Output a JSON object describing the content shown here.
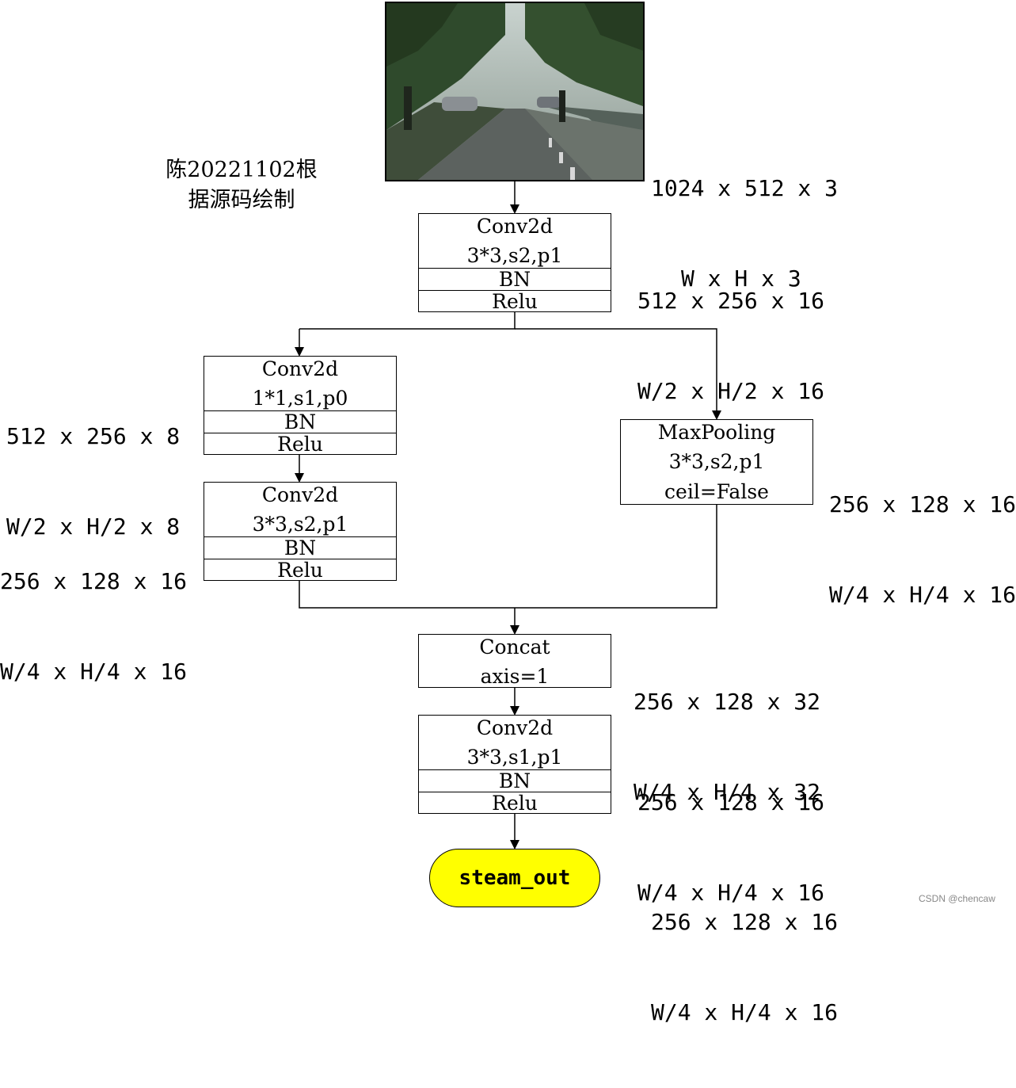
{
  "note": [
    "陈20221102根",
    "据源码绘制"
  ],
  "input_dims": [
    "1024 x 512 x 3",
    "W x H x 3"
  ],
  "conv1": {
    "title": "Conv2d",
    "params": "3*3,s2,p1",
    "bn": "BN",
    "act": "Relu",
    "dims": [
      "512 x 256 x 16",
      "W/2 x H/2 x 16"
    ]
  },
  "left_conv_a": {
    "title": "Conv2d",
    "params": "1*1,s1,p0",
    "bn": "BN",
    "act": "Relu",
    "dims": [
      "512 x 256 x 8",
      "W/2 x H/2 x 8"
    ]
  },
  "left_conv_b": {
    "title": "Conv2d",
    "params": "3*3,s2,p1",
    "bn": "BN",
    "act": "Relu",
    "dims": [
      "256 x 128 x 16",
      "W/4 x H/4 x 16"
    ]
  },
  "maxpool": {
    "title": "MaxPooling",
    "params": "3*3,s2,p1",
    "extra": "ceil=False",
    "dims": [
      "256 x 128 x 16",
      "W/4 x H/4 x 16"
    ]
  },
  "concat": {
    "title": "Concat",
    "params": "axis=1",
    "dims": [
      "256 x 128 x 32",
      "W/4 x H/4 x 32"
    ]
  },
  "conv_final": {
    "title": "Conv2d",
    "params": "3*3,s1,p1",
    "bn": "BN",
    "act": "Relu",
    "dims": [
      "256 x 128 x 16",
      "W/4 x H/4 x 16"
    ]
  },
  "output": {
    "label": "steam_out",
    "fill": "#ffff00",
    "dims": [
      "256 x 128 x 16",
      "W/4 x H/4 x 16"
    ]
  },
  "watermark": "CSDN @chencaw"
}
